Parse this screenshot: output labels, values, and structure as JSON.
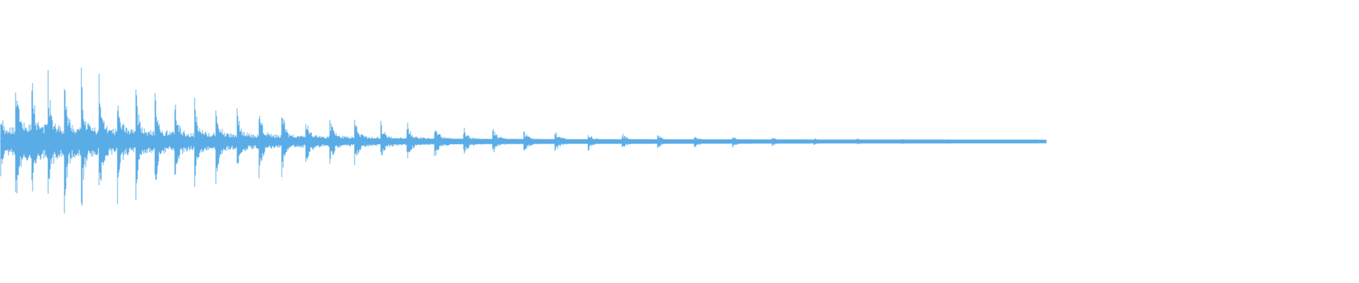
{
  "waveform": {
    "color": "#5aace6",
    "background": "#ffffff",
    "duration_fraction_of_view": 0.77,
    "peak_amplitude": 0.82,
    "hit_count": 48,
    "decay_shape": "exponential"
  }
}
